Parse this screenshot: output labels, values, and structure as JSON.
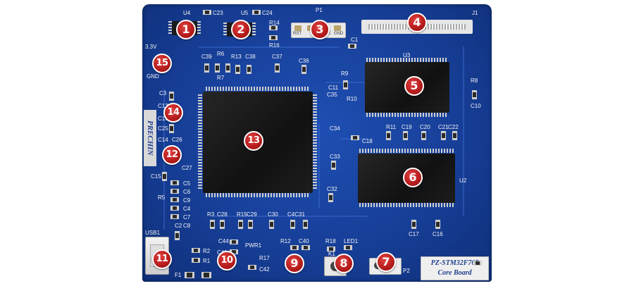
{
  "photo": {
    "description_free": true,
    "board_label": {
      "line1": "PZ-STM32F767",
      "line2": "Core Board"
    },
    "vertical_logo": "PRECHIN",
    "markers": [
      "1",
      "2",
      "3",
      "4",
      "5",
      "6",
      "7",
      "8",
      "9",
      "10",
      "11",
      "12",
      "13",
      "14",
      "15"
    ],
    "silkscreen": {
      "u4": "U4",
      "c23": "C23",
      "u5": "U5",
      "c24": "C24",
      "p1": "P1",
      "j1": "J1",
      "rst": "RST",
      "clk": "CLK",
      "gnd": "GND",
      "r14": "R14",
      "r16": "R16",
      "c1": "C1",
      "u3": "U3",
      "v33": "3.3V",
      "gnd2": "GND",
      "c39": "C39",
      "r6": "R6",
      "r13": "R13",
      "c38": "C38",
      "c37": "C37",
      "c36": "C36",
      "r7": "R7",
      "r9": "R9",
      "c11": "C11",
      "r10": "R10",
      "r8": "R8",
      "c10": "C10",
      "c3": "C3",
      "c12": "C12",
      "c25": "C25",
      "c14": "C14",
      "c26": "C26",
      "c13": "C13",
      "c34": "C34",
      "c18": "C18",
      "r11": "R11",
      "c19": "C19",
      "c20": "C20",
      "c21": "C21",
      "c22": "C22",
      "c33": "C33",
      "c32": "C32",
      "u2": "U2",
      "c15": "C15",
      "c5": "C5",
      "c6": "C6",
      "r5": "R5",
      "c9": "C9",
      "c4": "C4",
      "c7": "C7",
      "c8": "C8",
      "c27": "C27",
      "r3": "R3",
      "c28": "C28",
      "r15": "R15",
      "c29": "C29",
      "c30": "C30",
      "c4c31": "C4C31",
      "c17": "C17",
      "c16": "C16",
      "c2": "C2",
      "usb1": "USB1",
      "c44": "C44",
      "pwr1": "PWR1",
      "r2": "R2",
      "r1": "R1",
      "c41": "C41",
      "r17": "R17",
      "r12": "R12",
      "c40": "C40",
      "r18": "R18",
      "led1": "LED1",
      "k1": "K1",
      "p2": "P2",
      "f1": "F1",
      "c42": "C42",
      "c35": "C35"
    },
    "colors": {
      "pcb": "#173f98",
      "marker": "#b51b1b",
      "chip": "#151515"
    }
  }
}
